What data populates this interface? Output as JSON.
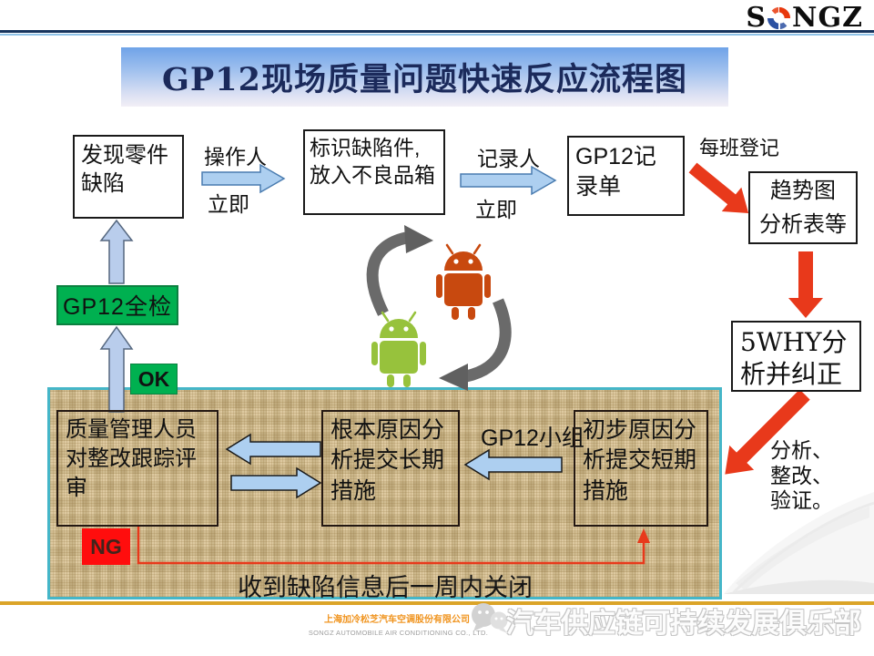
{
  "logo": {
    "prefix": "S",
    "suffix": "NGZ"
  },
  "header": {
    "title": "GP12现场质量问题快速反应流程图"
  },
  "flow": {
    "discover": "发现零件缺陷",
    "operator": "操作人",
    "immediate1": "立即",
    "mark": "标识缺陷件,放入不良品箱",
    "recorder": "记录人",
    "immediate2": "立即",
    "record_sheet": "GP12记录单",
    "shift_log": "每班登记",
    "trend": "趋势图\n分析表等",
    "five_why": "5WHY分析并纠正",
    "verify": "分析、\n整改、\n验证。",
    "full_inspect": "GP12全检",
    "ok": "OK",
    "ng": "NG",
    "quality_review": "质量管理人员对整改跟踪评审",
    "root_cause": "根本原因分析提交长期措施",
    "team": "GP12小组",
    "initial_cause": "初步原因分析提交短期措施",
    "close_week": "收到缺陷信息后一周内关闭"
  },
  "footer": {
    "company_cn": "上海加冷松芝汽车空调股份有限公司",
    "company_en": "SONGZ AUTOMOBILE AIR CONDITIONING CO., LTD.",
    "watermark": "汽车供应链可持续发展俱乐部"
  },
  "colors": {
    "accent-green": "#00B050",
    "arrow-red": "#E8391B",
    "ng-red": "#FF0D0D",
    "panel-border": "#45B6C8",
    "panel-bg": "#D6BE8C",
    "blue-arrow": "#ADCFF0",
    "up-arrow": "#B9CDEC",
    "gold-line": "#DBA428",
    "footer-orange": "#F0941F",
    "title-text": "#1B2A5B",
    "logo-red": "#E8380D",
    "logo-blue": "#2B50A1",
    "android-green": "#97C23C",
    "android-red": "#C8490F"
  }
}
